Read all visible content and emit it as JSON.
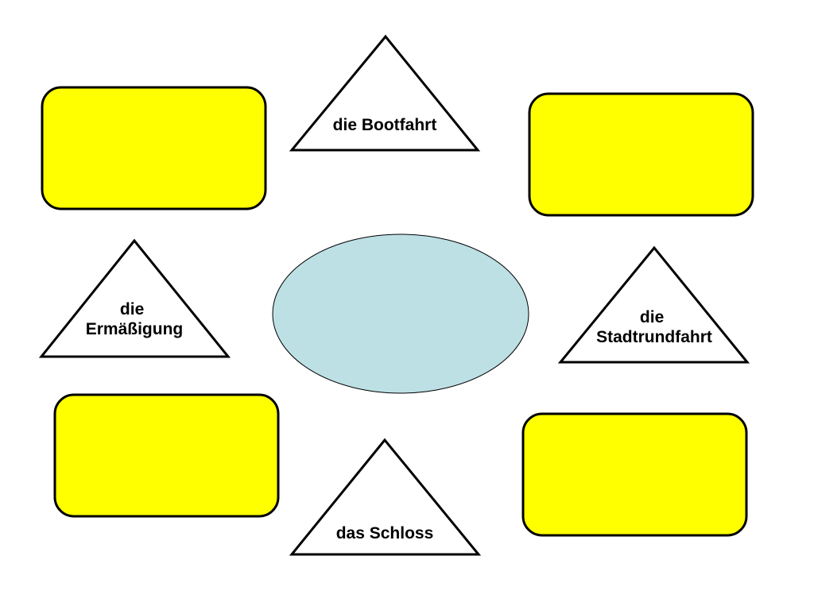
{
  "colors": {
    "box_fill": "#ffff00",
    "ellipse_fill": "#bde0e5",
    "outline": "#000000",
    "background": "#ffffff"
  },
  "center": {
    "text": ""
  },
  "boxes": [
    {
      "text": ""
    },
    {
      "text": ""
    },
    {
      "text": ""
    },
    {
      "text": ""
    }
  ],
  "triangles": [
    {
      "lines": [
        "die Bootfahrt"
      ]
    },
    {
      "lines": [
        "die",
        "Ermäßigung"
      ]
    },
    {
      "lines": [
        "die",
        "Stadtrundfahrt"
      ]
    },
    {
      "lines": [
        "das Schloss"
      ]
    }
  ]
}
